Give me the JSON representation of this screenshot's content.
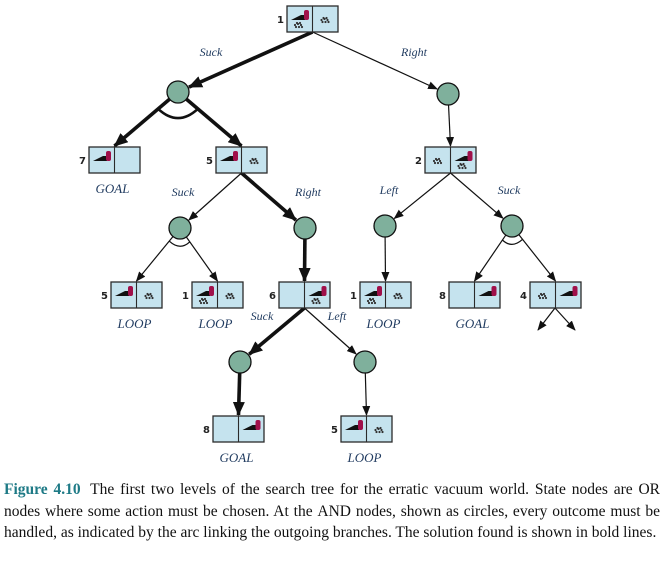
{
  "figure": {
    "colors": {
      "box_fill": "#c5e3ee",
      "box_stroke": "#2b2b2b",
      "and_node_fill": "#7fb09c",
      "vacuum_color": "#a0104a",
      "dirt_color": "#333333",
      "label_color": "#1f3a5f",
      "caption_accent": "#1e7a86"
    },
    "state_nodes": [
      {
        "id": "n1",
        "number": "1",
        "left": {
          "vacuum": true,
          "dirt": true
        },
        "right": {
          "vacuum": false,
          "dirt": true
        },
        "status": ""
      },
      {
        "id": "n7",
        "number": "7",
        "left": {
          "vacuum": true,
          "dirt": false
        },
        "right": {
          "vacuum": false,
          "dirt": false
        },
        "status": "GOAL"
      },
      {
        "id": "n5",
        "number": "5",
        "left": {
          "vacuum": true,
          "dirt": false
        },
        "right": {
          "vacuum": false,
          "dirt": true
        },
        "status": ""
      },
      {
        "id": "n2",
        "number": "2",
        "left": {
          "vacuum": false,
          "dirt": true
        },
        "right": {
          "vacuum": true,
          "dirt": true
        },
        "status": ""
      },
      {
        "id": "n5b",
        "number": "5",
        "left": {
          "vacuum": true,
          "dirt": false
        },
        "right": {
          "vacuum": false,
          "dirt": true
        },
        "status": "LOOP"
      },
      {
        "id": "n1b",
        "number": "1",
        "left": {
          "vacuum": true,
          "dirt": true
        },
        "right": {
          "vacuum": false,
          "dirt": true
        },
        "status": "LOOP"
      },
      {
        "id": "n6",
        "number": "6",
        "left": {
          "vacuum": false,
          "dirt": false
        },
        "right": {
          "vacuum": true,
          "dirt": true
        },
        "status": ""
      },
      {
        "id": "n1c",
        "number": "1",
        "left": {
          "vacuum": true,
          "dirt": true
        },
        "right": {
          "vacuum": false,
          "dirt": true
        },
        "status": "LOOP"
      },
      {
        "id": "n8",
        "number": "8",
        "left": {
          "vacuum": false,
          "dirt": false
        },
        "right": {
          "vacuum": true,
          "dirt": false
        },
        "status": "GOAL"
      },
      {
        "id": "n4",
        "number": "4",
        "left": {
          "vacuum": false,
          "dirt": true
        },
        "right": {
          "vacuum": true,
          "dirt": false
        },
        "status": ""
      },
      {
        "id": "n8b",
        "number": "8",
        "left": {
          "vacuum": false,
          "dirt": false
        },
        "right": {
          "vacuum": true,
          "dirt": false
        },
        "status": "GOAL"
      },
      {
        "id": "n5c",
        "number": "5",
        "left": {
          "vacuum": true,
          "dirt": false
        },
        "right": {
          "vacuum": false,
          "dirt": true
        },
        "status": "LOOP"
      }
    ],
    "and_nodes": [
      {
        "id": "a1",
        "has_arc": true
      },
      {
        "id": "a2",
        "has_arc": false
      },
      {
        "id": "a3",
        "has_arc": true
      },
      {
        "id": "a4",
        "has_arc": false
      },
      {
        "id": "a5",
        "has_arc": false
      },
      {
        "id": "a6",
        "has_arc": true
      },
      {
        "id": "a7",
        "has_arc": false
      },
      {
        "id": "a8",
        "has_arc": false
      }
    ],
    "edges": [
      {
        "from": "n1",
        "to": "a1",
        "action": "Suck",
        "bold": true
      },
      {
        "from": "n1",
        "to": "a2",
        "action": "Right",
        "bold": false
      },
      {
        "from": "a1",
        "to": "n7",
        "action": "",
        "bold": true
      },
      {
        "from": "a1",
        "to": "n5",
        "action": "",
        "bold": true
      },
      {
        "from": "a2",
        "to": "n2",
        "action": "",
        "bold": false
      },
      {
        "from": "n5",
        "to": "a3",
        "action": "Suck",
        "bold": false
      },
      {
        "from": "n5",
        "to": "a4",
        "action": "Right",
        "bold": true
      },
      {
        "from": "n2",
        "to": "a5",
        "action": "Left",
        "bold": false
      },
      {
        "from": "n2",
        "to": "a6",
        "action": "Suck",
        "bold": false
      },
      {
        "from": "a3",
        "to": "n5b",
        "action": "",
        "bold": false
      },
      {
        "from": "a3",
        "to": "n1b",
        "action": "",
        "bold": false
      },
      {
        "from": "a4",
        "to": "n6",
        "action": "",
        "bold": true
      },
      {
        "from": "a5",
        "to": "n1c",
        "action": "",
        "bold": false
      },
      {
        "from": "a6",
        "to": "n8",
        "action": "",
        "bold": false
      },
      {
        "from": "a6",
        "to": "n4",
        "action": "",
        "bold": false
      },
      {
        "from": "n6",
        "to": "a7",
        "action": "Suck",
        "bold": true
      },
      {
        "from": "n6",
        "to": "a8",
        "action": "Left",
        "bold": false
      },
      {
        "from": "a7",
        "to": "n8b",
        "action": "",
        "bold": true
      },
      {
        "from": "a8",
        "to": "n5c",
        "action": "",
        "bold": false
      }
    ]
  },
  "caption": {
    "label": "Figure 4.10",
    "text_1": "The first two levels of the search tree for the erratic vacuum world. State nodes are ",
    "or_word": "OR",
    "text_2": " nodes where some action must be chosen. At the ",
    "and_word": "AND",
    "text_3": " nodes, shown as circles, every outcome must be handled, as indicated by the arc linking the outgoing branches. The solution found is shown in bold lines."
  }
}
